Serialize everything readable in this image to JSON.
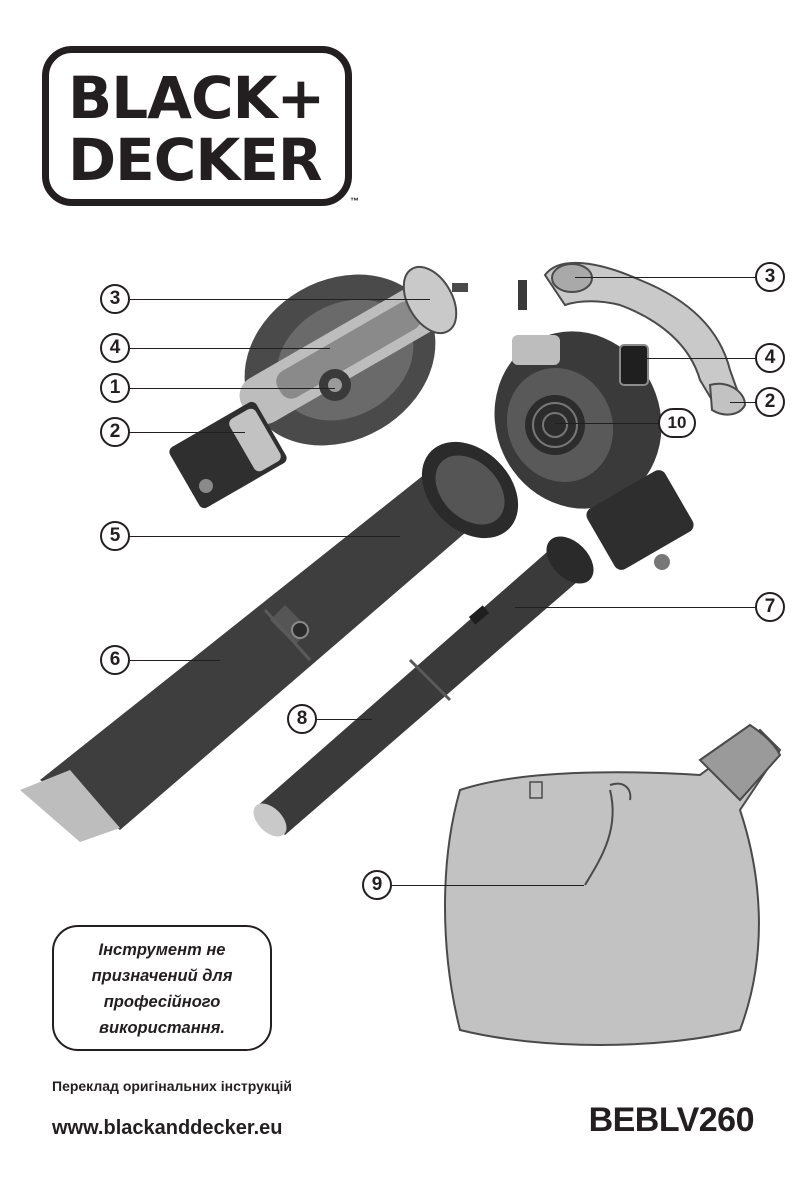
{
  "brand": {
    "line1": "BLACK+",
    "line2": "DECKER",
    "trademark": "™"
  },
  "callouts": {
    "left_3": "3",
    "left_4": "4",
    "left_1": "1",
    "left_2": "2",
    "right_3": "3",
    "right_4": "4",
    "right_2": "2",
    "right_10": "10",
    "tube_5": "5",
    "tube_6": "6",
    "tube_7": "7",
    "tube_8": "8",
    "bag_9": "9"
  },
  "note": {
    "lines": [
      "Інструмент не",
      "призначений для",
      "професійного",
      "використання."
    ]
  },
  "footer": {
    "translation": "Переклад оригінальних інструкцій",
    "website": "www.blackanddecker.eu",
    "model": "BEBLV260"
  },
  "colors": {
    "ink": "#231f20",
    "dark_gray": "#4a4a4a",
    "mid_gray": "#8a8a8a",
    "light_gray": "#c9c9c9"
  }
}
